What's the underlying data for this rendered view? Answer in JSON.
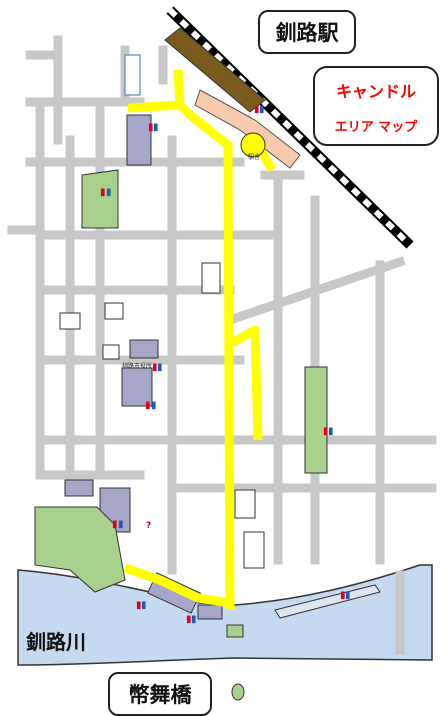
{
  "labels": {
    "station": "釧路駅",
    "bridge": "幣舞橋",
    "river": "釧路川",
    "title_line1": "キャンドル",
    "title_line2": "エリア マップ",
    "station_building": "駅舎",
    "small_building": "釧路市役所"
  },
  "colors": {
    "street": "#c8c8c8",
    "route": "#ffff00",
    "park": "#a9d18e",
    "building": "#a6a6c8",
    "river": "#c5d9f1",
    "rail_building": "#7a5a1e",
    "plaza": "#f8cbad",
    "title_text": "#ff0000"
  },
  "icons": [
    "toilet-icon",
    "info-icon",
    "railway-track",
    "station-marker",
    "monument-marker"
  ]
}
